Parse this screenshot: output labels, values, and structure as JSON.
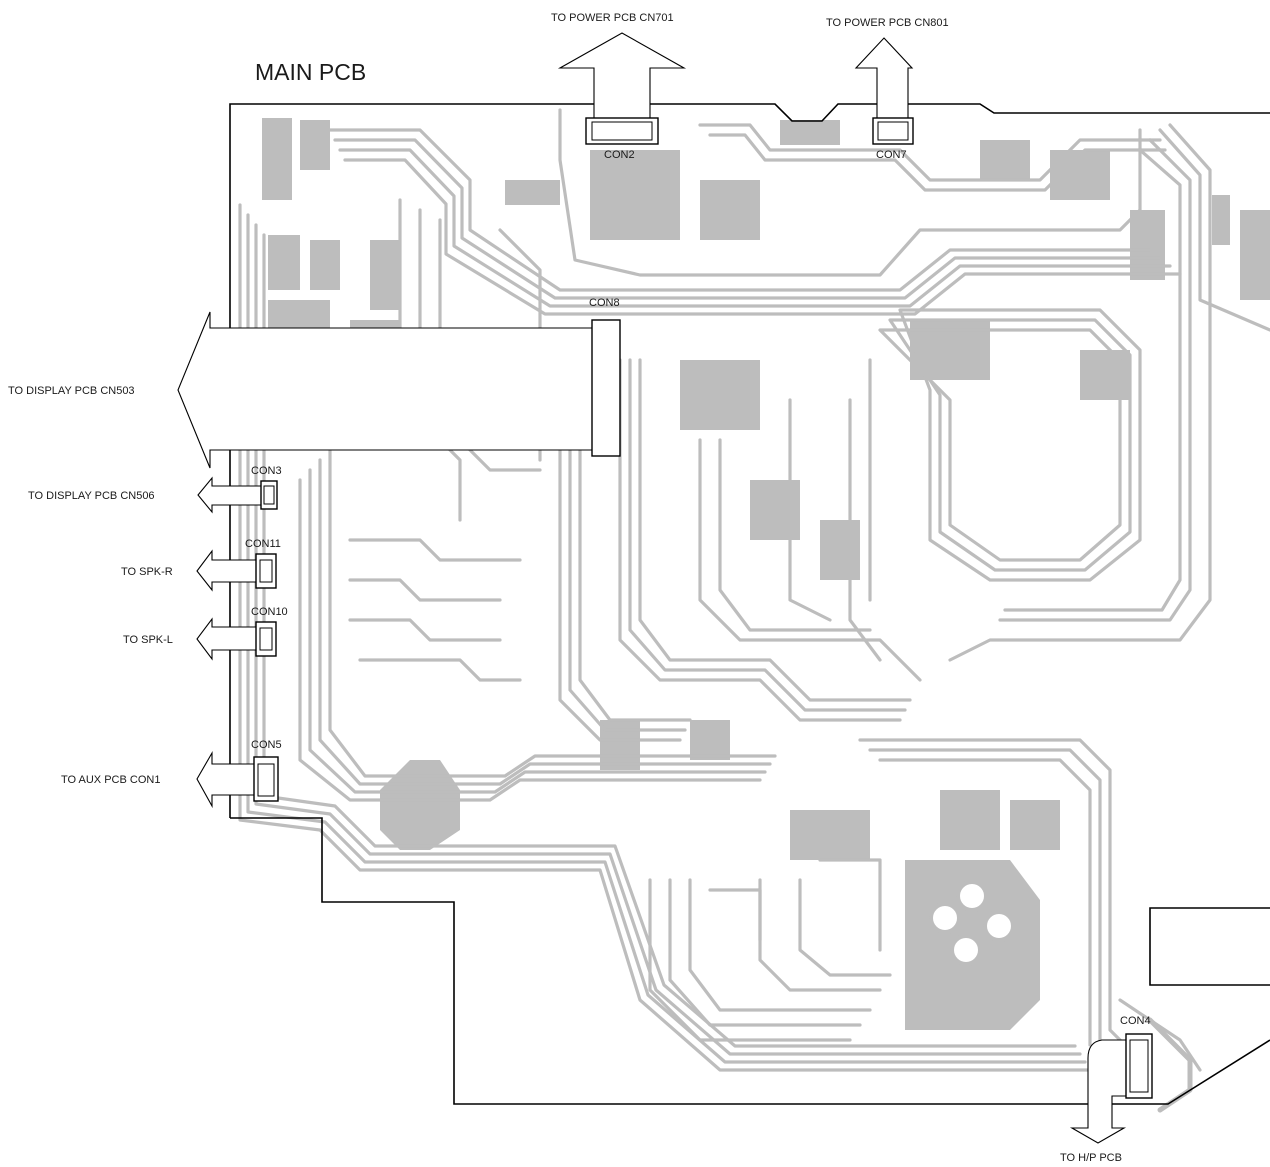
{
  "board": {
    "title": "MAIN PCB"
  },
  "connectors": {
    "con2": "CON2",
    "con7": "CON7",
    "con8": "CON8",
    "con3": "CON3",
    "con11": "CON11",
    "con10": "CON10",
    "con5": "CON5",
    "con4": "CON4"
  },
  "destinations": {
    "power_cn701": "TO POWER PCB CN701",
    "power_cn801": "TO POWER PCB CN801",
    "display_cn503": "TO DISPLAY PCB CN503",
    "display_cn506": "TO DISPLAY PCB CN506",
    "spk_r": "TO SPK-R",
    "spk_l": "TO SPK-L",
    "aux_con1": "TO AUX PCB CON1",
    "hp_pcb": "TO H/P PCB"
  },
  "colors": {
    "outline": "#000000",
    "copper": "#bdbdbd",
    "background": "#ffffff"
  }
}
